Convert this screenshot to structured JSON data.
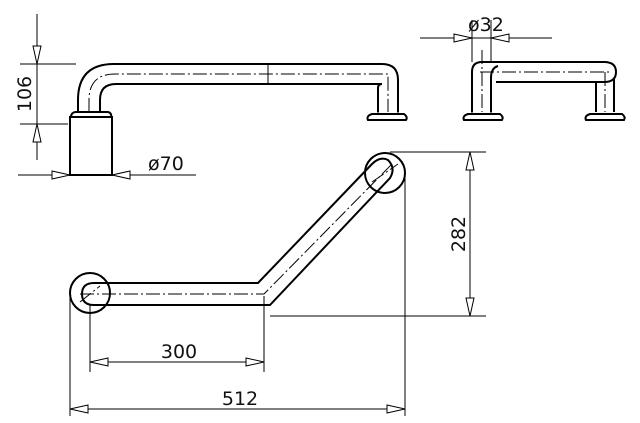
{
  "drawing": {
    "dimensions": {
      "height_label": "106",
      "base_diameter_label": "ø70",
      "tube_diameter_label": "ø32",
      "rise_label": "282",
      "straight_length_label": "300",
      "overall_length_label": "512"
    }
  }
}
